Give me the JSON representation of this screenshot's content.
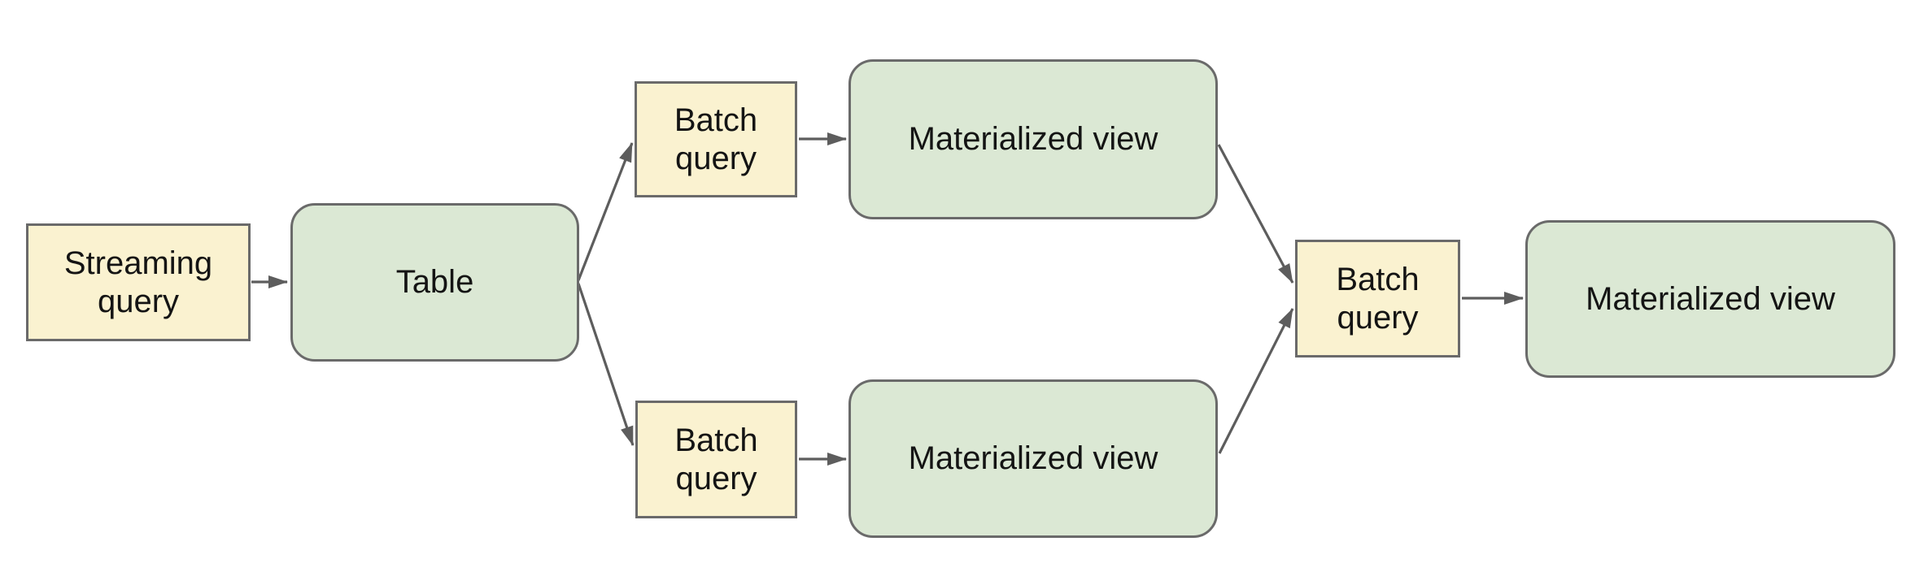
{
  "diagram": {
    "colors": {
      "background": "#ffffff",
      "query_fill": "#faf2d0",
      "view_fill": "#dbe8d4",
      "node_border": "#6a6a6a",
      "arrow": "#5d5d5d",
      "text": "#141414"
    },
    "nodes": [
      {
        "id": "streaming-query",
        "label": "Streaming query",
        "shape": "rectangle",
        "fill": "yellow"
      },
      {
        "id": "table",
        "label": "Table",
        "shape": "rounded-rectangle",
        "fill": "green"
      },
      {
        "id": "batch-query-top",
        "label": "Batch query",
        "shape": "rectangle",
        "fill": "yellow"
      },
      {
        "id": "materialized-view-top",
        "label": "Materialized view",
        "shape": "rounded-rectangle",
        "fill": "green"
      },
      {
        "id": "batch-query-bottom",
        "label": "Batch query",
        "shape": "rectangle",
        "fill": "yellow"
      },
      {
        "id": "materialized-view-bottom",
        "label": "Materialized view",
        "shape": "rounded-rectangle",
        "fill": "green"
      },
      {
        "id": "batch-query-right",
        "label": "Batch query",
        "shape": "rectangle",
        "fill": "yellow"
      },
      {
        "id": "materialized-view-right",
        "label": "Materialized view",
        "shape": "rounded-rectangle",
        "fill": "green"
      }
    ],
    "edges": [
      {
        "from": "streaming-query",
        "to": "table"
      },
      {
        "from": "table",
        "to": "batch-query-top"
      },
      {
        "from": "table",
        "to": "batch-query-bottom"
      },
      {
        "from": "batch-query-top",
        "to": "materialized-view-top"
      },
      {
        "from": "batch-query-bottom",
        "to": "materialized-view-bottom"
      },
      {
        "from": "materialized-view-top",
        "to": "batch-query-right"
      },
      {
        "from": "materialized-view-bottom",
        "to": "batch-query-right"
      },
      {
        "from": "batch-query-right",
        "to": "materialized-view-right"
      }
    ]
  }
}
